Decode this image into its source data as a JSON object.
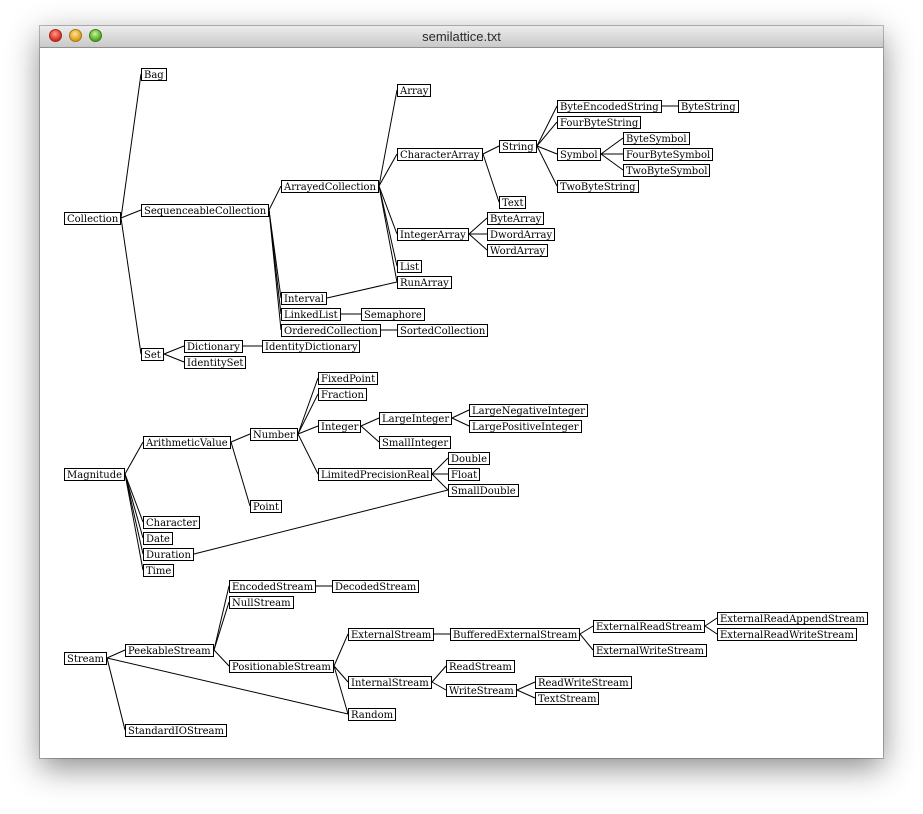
{
  "window": {
    "title": "semilattice.txt"
  },
  "nodes": [
    {
      "id": "Bag",
      "label": "Bag"
    },
    {
      "id": "Collection",
      "label": "Collection"
    },
    {
      "id": "SequenceableCollection",
      "label": "SequenceableCollection"
    },
    {
      "id": "Set",
      "label": "Set"
    },
    {
      "id": "ArrayedCollection",
      "label": "ArrayedCollection"
    },
    {
      "id": "Interval",
      "label": "Interval"
    },
    {
      "id": "LinkedList",
      "label": "LinkedList"
    },
    {
      "id": "OrderedCollection",
      "label": "OrderedCollection"
    },
    {
      "id": "Array",
      "label": "Array"
    },
    {
      "id": "CharacterArray",
      "label": "CharacterArray"
    },
    {
      "id": "IntegerArray",
      "label": "IntegerArray"
    },
    {
      "id": "List",
      "label": "List"
    },
    {
      "id": "RunArray",
      "label": "RunArray"
    },
    {
      "id": "String",
      "label": "String"
    },
    {
      "id": "Text",
      "label": "Text"
    },
    {
      "id": "ByteEncodedString",
      "label": "ByteEncodedString"
    },
    {
      "id": "FourByteString",
      "label": "FourByteString"
    },
    {
      "id": "Symbol",
      "label": "Symbol"
    },
    {
      "id": "TwoByteString",
      "label": "TwoByteString"
    },
    {
      "id": "ByteString",
      "label": "ByteString"
    },
    {
      "id": "ByteSymbol",
      "label": "ByteSymbol"
    },
    {
      "id": "FourByteSymbol",
      "label": "FourByteSymbol"
    },
    {
      "id": "TwoByteSymbol",
      "label": "TwoByteSymbol"
    },
    {
      "id": "ByteArray",
      "label": "ByteArray"
    },
    {
      "id": "DwordArray",
      "label": "DwordArray"
    },
    {
      "id": "WordArray",
      "label": "WordArray"
    },
    {
      "id": "Semaphore",
      "label": "Semaphore"
    },
    {
      "id": "SortedCollection",
      "label": "SortedCollection"
    },
    {
      "id": "Dictionary",
      "label": "Dictionary"
    },
    {
      "id": "IdentitySet",
      "label": "IdentitySet"
    },
    {
      "id": "IdentityDictionary",
      "label": "IdentityDictionary"
    },
    {
      "id": "Magnitude",
      "label": "Magnitude"
    },
    {
      "id": "ArithmeticValue",
      "label": "ArithmeticValue"
    },
    {
      "id": "Number",
      "label": "Number"
    },
    {
      "id": "Point",
      "label": "Point"
    },
    {
      "id": "FixedPoint",
      "label": "FixedPoint"
    },
    {
      "id": "Fraction",
      "label": "Fraction"
    },
    {
      "id": "Integer",
      "label": "Integer"
    },
    {
      "id": "LimitedPrecisionReal",
      "label": "LimitedPrecisionReal"
    },
    {
      "id": "LargeInteger",
      "label": "LargeInteger"
    },
    {
      "id": "SmallInteger",
      "label": "SmallInteger"
    },
    {
      "id": "LargeNegativeInteger",
      "label": "LargeNegativeInteger"
    },
    {
      "id": "LargePositiveInteger",
      "label": "LargePositiveInteger"
    },
    {
      "id": "Double",
      "label": "Double"
    },
    {
      "id": "Float",
      "label": "Float"
    },
    {
      "id": "SmallDouble",
      "label": "SmallDouble"
    },
    {
      "id": "Character",
      "label": "Character"
    },
    {
      "id": "Date",
      "label": "Date"
    },
    {
      "id": "Duration",
      "label": "Duration"
    },
    {
      "id": "Time",
      "label": "Time"
    },
    {
      "id": "Stream",
      "label": "Stream"
    },
    {
      "id": "PeekableStream",
      "label": "PeekableStream"
    },
    {
      "id": "StandardIOStream",
      "label": "StandardIOStream"
    },
    {
      "id": "EncodedStream",
      "label": "EncodedStream"
    },
    {
      "id": "NullStream",
      "label": "NullStream"
    },
    {
      "id": "PositionableStream",
      "label": "PositionableStream"
    },
    {
      "id": "DecodedStream",
      "label": "DecodedStream"
    },
    {
      "id": "ExternalStream",
      "label": "ExternalStream"
    },
    {
      "id": "InternalStream",
      "label": "InternalStream"
    },
    {
      "id": "Random",
      "label": "Random"
    },
    {
      "id": "BufferedExternalStream",
      "label": "BufferedExternalStream"
    },
    {
      "id": "ExternalReadStream",
      "label": "ExternalReadStream"
    },
    {
      "id": "ExternalWriteStream",
      "label": "ExternalWriteStream"
    },
    {
      "id": "ExternalReadAppendStream",
      "label": "ExternalReadAppendStream"
    },
    {
      "id": "ExternalReadWriteStream",
      "label": "ExternalReadWriteStream"
    },
    {
      "id": "ReadStream",
      "label": "ReadStream"
    },
    {
      "id": "WriteStream",
      "label": "WriteStream"
    },
    {
      "id": "ReadWriteStream",
      "label": "ReadWriteStream"
    },
    {
      "id": "TextStream",
      "label": "TextStream"
    }
  ],
  "edges": [
    [
      "Collection",
      "Bag"
    ],
    [
      "Collection",
      "SequenceableCollection"
    ],
    [
      "Collection",
      "Set"
    ],
    [
      "SequenceableCollection",
      "ArrayedCollection"
    ],
    [
      "SequenceableCollection",
      "Interval"
    ],
    [
      "SequenceableCollection",
      "LinkedList"
    ],
    [
      "SequenceableCollection",
      "OrderedCollection"
    ],
    [
      "ArrayedCollection",
      "Array"
    ],
    [
      "ArrayedCollection",
      "CharacterArray"
    ],
    [
      "ArrayedCollection",
      "IntegerArray"
    ],
    [
      "ArrayedCollection",
      "List"
    ],
    [
      "ArrayedCollection",
      "RunArray"
    ],
    [
      "Interval",
      "RunArray"
    ],
    [
      "CharacterArray",
      "String"
    ],
    [
      "CharacterArray",
      "Text"
    ],
    [
      "String",
      "ByteEncodedString"
    ],
    [
      "String",
      "FourByteString"
    ],
    [
      "String",
      "Symbol"
    ],
    [
      "String",
      "TwoByteString"
    ],
    [
      "ByteEncodedString",
      "ByteString"
    ],
    [
      "Symbol",
      "ByteSymbol"
    ],
    [
      "Symbol",
      "FourByteSymbol"
    ],
    [
      "Symbol",
      "TwoByteSymbol"
    ],
    [
      "IntegerArray",
      "ByteArray"
    ],
    [
      "IntegerArray",
      "DwordArray"
    ],
    [
      "IntegerArray",
      "WordArray"
    ],
    [
      "LinkedList",
      "Semaphore"
    ],
    [
      "OrderedCollection",
      "SortedCollection"
    ],
    [
      "Set",
      "Dictionary"
    ],
    [
      "Set",
      "IdentitySet"
    ],
    [
      "Dictionary",
      "IdentityDictionary"
    ],
    [
      "Magnitude",
      "ArithmeticValue"
    ],
    [
      "Magnitude",
      "Character"
    ],
    [
      "Magnitude",
      "Date"
    ],
    [
      "Magnitude",
      "Duration"
    ],
    [
      "Magnitude",
      "Time"
    ],
    [
      "ArithmeticValue",
      "Number"
    ],
    [
      "ArithmeticValue",
      "Point"
    ],
    [
      "Number",
      "FixedPoint"
    ],
    [
      "Number",
      "Fraction"
    ],
    [
      "Number",
      "Integer"
    ],
    [
      "Number",
      "LimitedPrecisionReal"
    ],
    [
      "Integer",
      "LargeInteger"
    ],
    [
      "Integer",
      "SmallInteger"
    ],
    [
      "LargeInteger",
      "LargeNegativeInteger"
    ],
    [
      "LargeInteger",
      "LargePositiveInteger"
    ],
    [
      "LimitedPrecisionReal",
      "Double"
    ],
    [
      "LimitedPrecisionReal",
      "Float"
    ],
    [
      "LimitedPrecisionReal",
      "SmallDouble"
    ],
    [
      "Duration",
      "SmallDouble"
    ],
    [
      "Stream",
      "PeekableStream"
    ],
    [
      "Stream",
      "StandardIOStream"
    ],
    [
      "Stream",
      "Random"
    ],
    [
      "PeekableStream",
      "EncodedStream"
    ],
    [
      "PeekableStream",
      "NullStream"
    ],
    [
      "PeekableStream",
      "PositionableStream"
    ],
    [
      "EncodedStream",
      "DecodedStream"
    ],
    [
      "PositionableStream",
      "ExternalStream"
    ],
    [
      "PositionableStream",
      "InternalStream"
    ],
    [
      "PositionableStream",
      "Random"
    ],
    [
      "ExternalStream",
      "BufferedExternalStream"
    ],
    [
      "BufferedExternalStream",
      "ExternalReadStream"
    ],
    [
      "BufferedExternalStream",
      "ExternalWriteStream"
    ],
    [
      "ExternalReadStream",
      "ExternalReadAppendStream"
    ],
    [
      "ExternalReadStream",
      "ExternalReadWriteStream"
    ],
    [
      "InternalStream",
      "ReadStream"
    ],
    [
      "InternalStream",
      "WriteStream"
    ],
    [
      "WriteStream",
      "ReadWriteStream"
    ],
    [
      "WriteStream",
      "TextStream"
    ]
  ]
}
